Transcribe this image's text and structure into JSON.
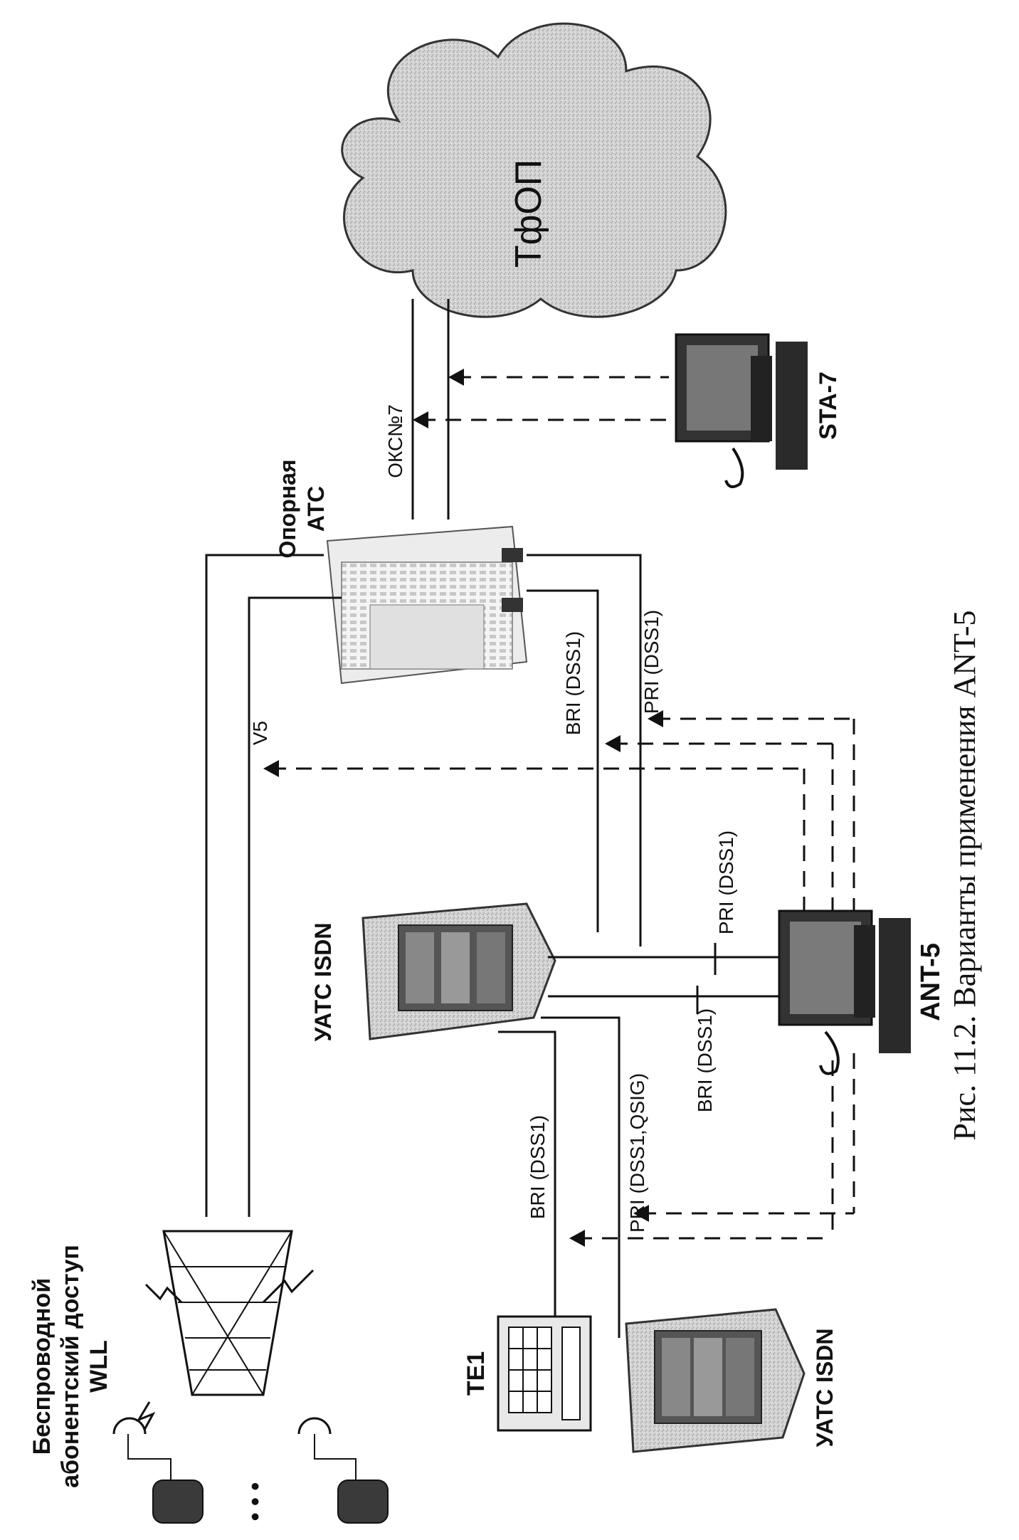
{
  "nodes": {
    "pstn": "ТфОП",
    "core_exchange": "Опорная АТС",
    "sta7": "STA-7",
    "uatc_isdn_main": "УАТС ISDN",
    "uatc_isdn_remote": "УАТС ISDN",
    "ant5": "ANT-5",
    "te1": "TE1",
    "wll": "Беспроводной абонентский доступ WLL"
  },
  "wll_lines": [
    "Беспроводной",
    "абонентский доступ",
    "WLL"
  ],
  "core_lines": [
    "Опорная",
    "АТС"
  ],
  "links": {
    "okcn7": "ОКС№7",
    "v5": "V5",
    "bri_core": "BRI (DSS1)",
    "pri_core": "PRI (DSS1)",
    "pri_ant": "PRI (DSS1)",
    "bri_ant": "BRI (DSS1)",
    "pri_qsig": "PRI (DSS1,QSIG)",
    "bri_te1": "BRI (DSS1)"
  },
  "dots": "• • •",
  "caption": "Рис. 11.2. Варианты применения ANT-5"
}
